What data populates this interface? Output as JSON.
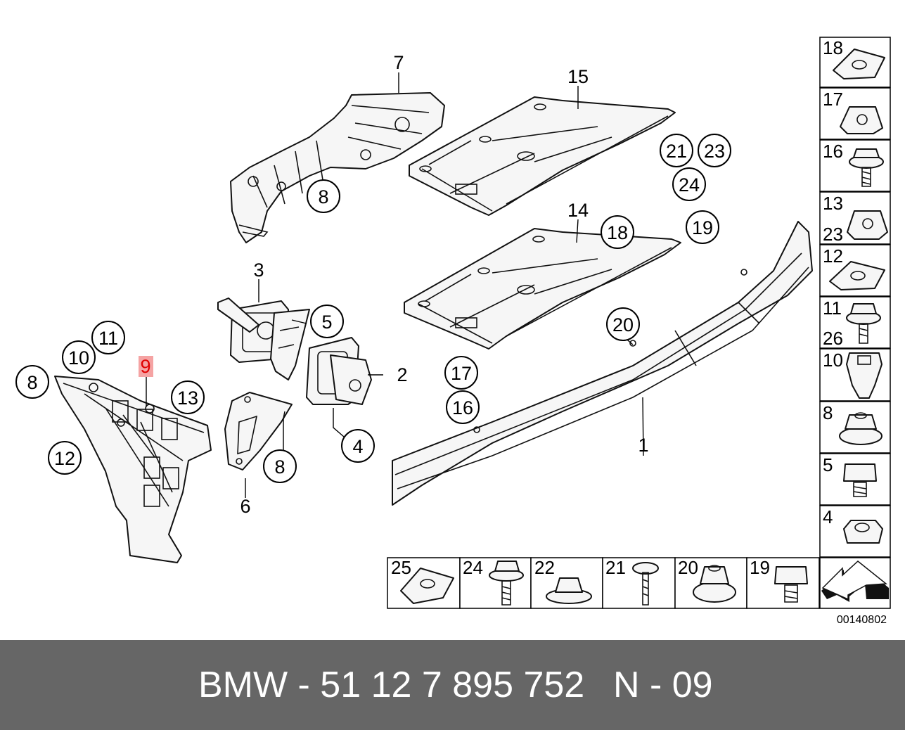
{
  "callouts": {
    "c1": "1",
    "c2": "2",
    "c3": "3",
    "c4": "4",
    "c5": "5",
    "c6": "6",
    "c7": "7",
    "c8a": "8",
    "c8b": "8",
    "c8c": "8",
    "c9": "9",
    "c10": "10",
    "c11": "11",
    "c12": "12",
    "c13": "13",
    "c14": "14",
    "c15": "15",
    "c16": "16",
    "c17": "17",
    "c18": "18",
    "c19": "19",
    "c20": "20",
    "c21": "21",
    "c23": "23",
    "c24": "24"
  },
  "fastener_column": [
    {
      "labels": [
        "18"
      ],
      "icon": "clip-nut-icon"
    },
    {
      "labels": [
        "17"
      ],
      "icon": "spring-nut-icon"
    },
    {
      "labels": [
        "16"
      ],
      "icon": "hex-bolt-washer-icon"
    },
    {
      "labels": [
        "13",
        "23"
      ],
      "icon": "spring-nut-icon"
    },
    {
      "labels": [
        "12"
      ],
      "icon": "clip-nut-icon"
    },
    {
      "labels": [
        "11",
        "26"
      ],
      "icon": "hex-bolt-washer-icon"
    },
    {
      "labels": [
        "10"
      ],
      "icon": "expanding-nut-icon"
    },
    {
      "labels": [
        "8"
      ],
      "icon": "collar-nut-icon"
    },
    {
      "labels": [
        "5"
      ],
      "icon": "hex-bolt-icon"
    },
    {
      "labels": [
        "4"
      ],
      "icon": "hex-nut-icon"
    }
  ],
  "fastener_row": [
    {
      "labels": [
        "25"
      ],
      "icon": "clip-nut-icon"
    },
    {
      "labels": [
        "24"
      ],
      "icon": "hex-bolt-washer-icon"
    },
    {
      "labels": [
        "22"
      ],
      "icon": "collar-nut-icon"
    },
    {
      "labels": [
        "21"
      ],
      "icon": "screw-icon"
    },
    {
      "labels": [
        "20"
      ],
      "icon": "collar-nut-icon"
    },
    {
      "labels": [
        "19"
      ],
      "icon": "hex-bolt-icon"
    }
  ],
  "highlight": {
    "part": "9",
    "color": "#e00000"
  },
  "diagram_ref": "00140802",
  "footer": {
    "part_number": "BMW - 51 12 7 895 752",
    "position_code": "N - 09"
  }
}
